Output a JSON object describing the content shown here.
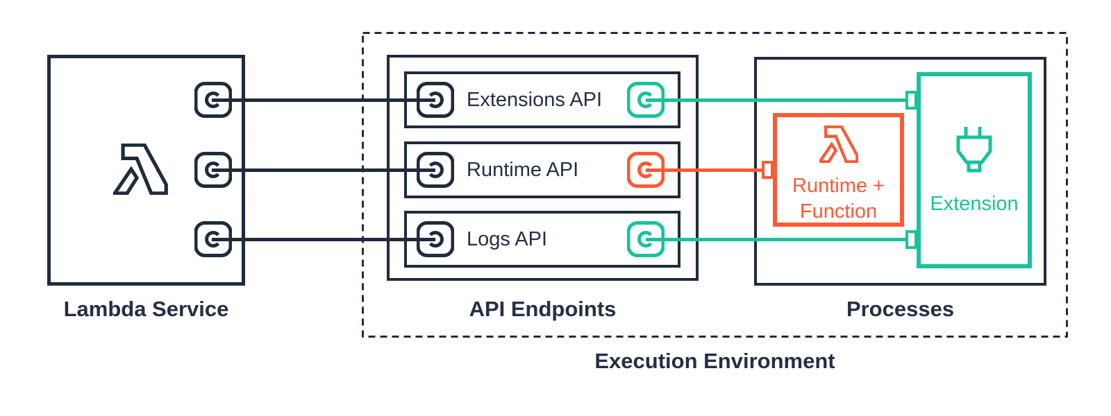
{
  "colors": {
    "navy": "#202B3D",
    "text": "#242F44",
    "teal": "#18C29C",
    "orange": "#FA5B35",
    "bg": "#FFFFFF"
  },
  "lambda_service": {
    "label": "Lambda Service",
    "icon": "lambda-icon"
  },
  "execution_environment": {
    "label": "Execution Environment"
  },
  "api_endpoints": {
    "label": "API Endpoints",
    "rows": [
      {
        "label": "Extensions API",
        "right_port_color": "teal"
      },
      {
        "label": "Runtime API",
        "right_port_color": "orange"
      },
      {
        "label": "Logs API",
        "right_port_color": "teal"
      }
    ]
  },
  "processes": {
    "label": "Processes",
    "runtime_function": {
      "line1": "Runtime +",
      "line2": "Function",
      "icon": "lambda-icon"
    },
    "extension": {
      "label": "Extension",
      "icon": "plug-icon"
    }
  },
  "icons": {
    "lambda-icon": "outlined lambda glyph",
    "plug-icon": "outlined power plug glyph",
    "port-icon": "rounded socket with open circle"
  }
}
